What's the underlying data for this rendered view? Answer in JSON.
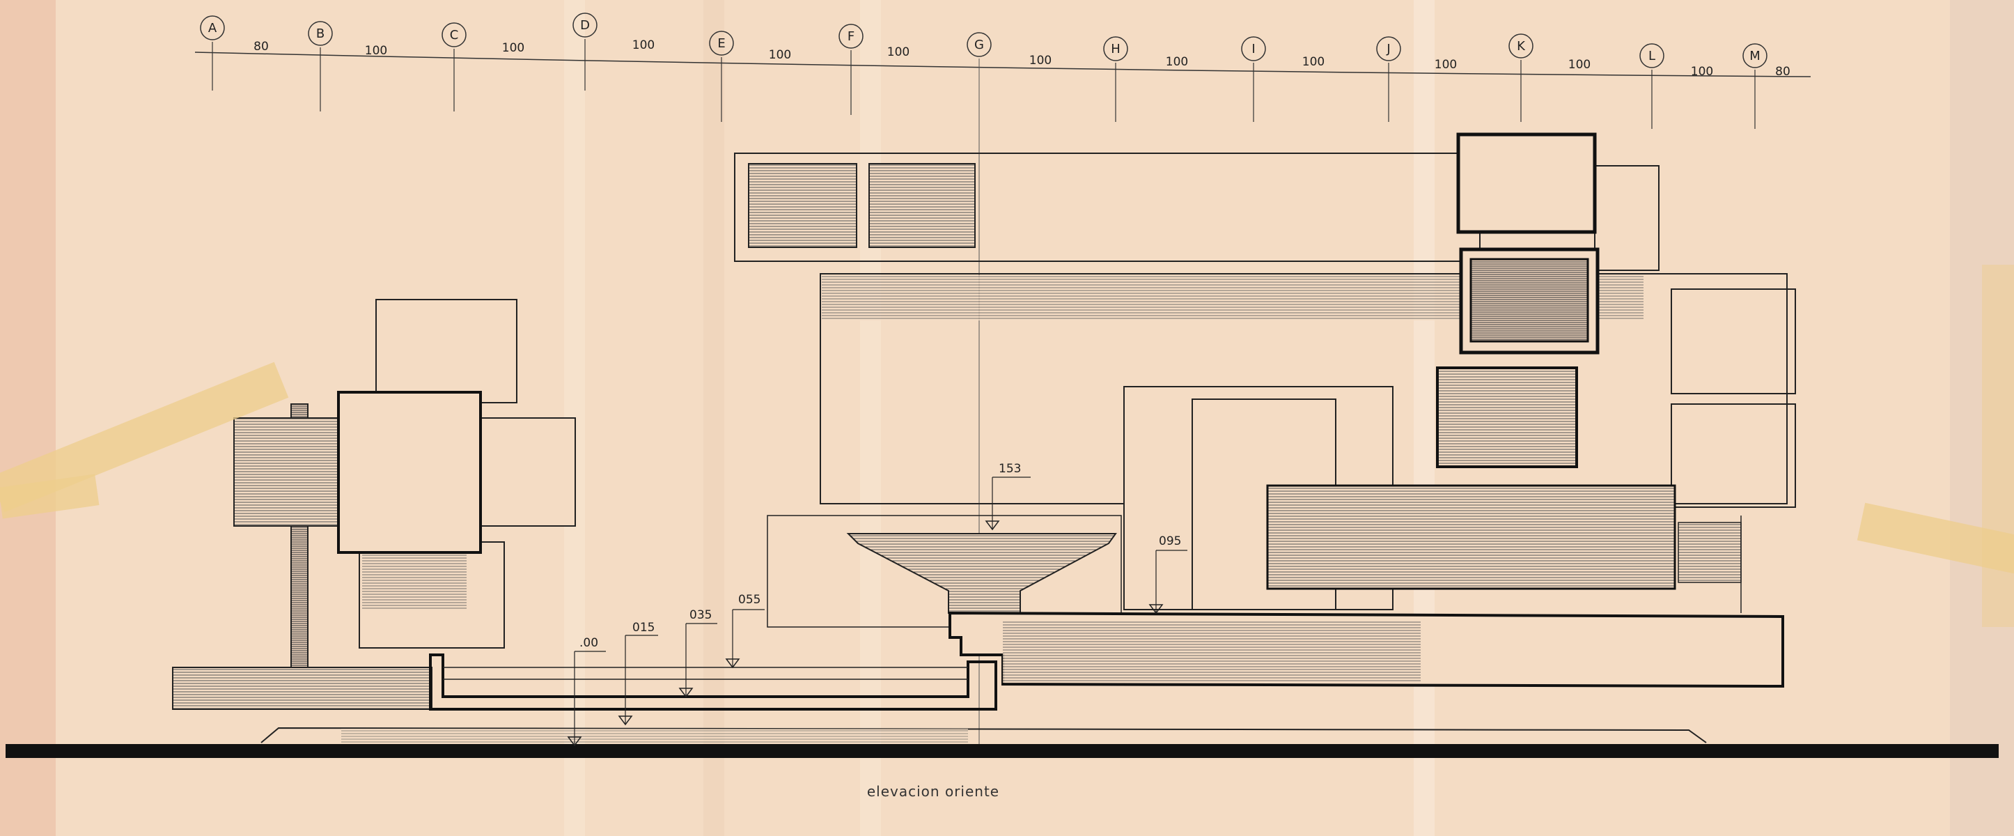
{
  "grid": {
    "axes": [
      "A",
      "B",
      "C",
      "D",
      "E",
      "F",
      "G",
      "H",
      "I",
      "J",
      "K",
      "L",
      "M"
    ],
    "spacings": [
      "80",
      "100",
      "100",
      "100",
      "100",
      "100",
      "100",
      "100",
      "100",
      "100",
      "100",
      "100",
      "80"
    ]
  },
  "levels": {
    "l00": ".00",
    "l015": "015",
    "l035": "035",
    "l055": "055",
    "l095": "095",
    "l153": "153"
  },
  "caption": "elevacion oriente",
  "colors": {
    "paper": "#f4dcc4",
    "ink": "#1a1a1a",
    "tape": "#eecd8c"
  }
}
